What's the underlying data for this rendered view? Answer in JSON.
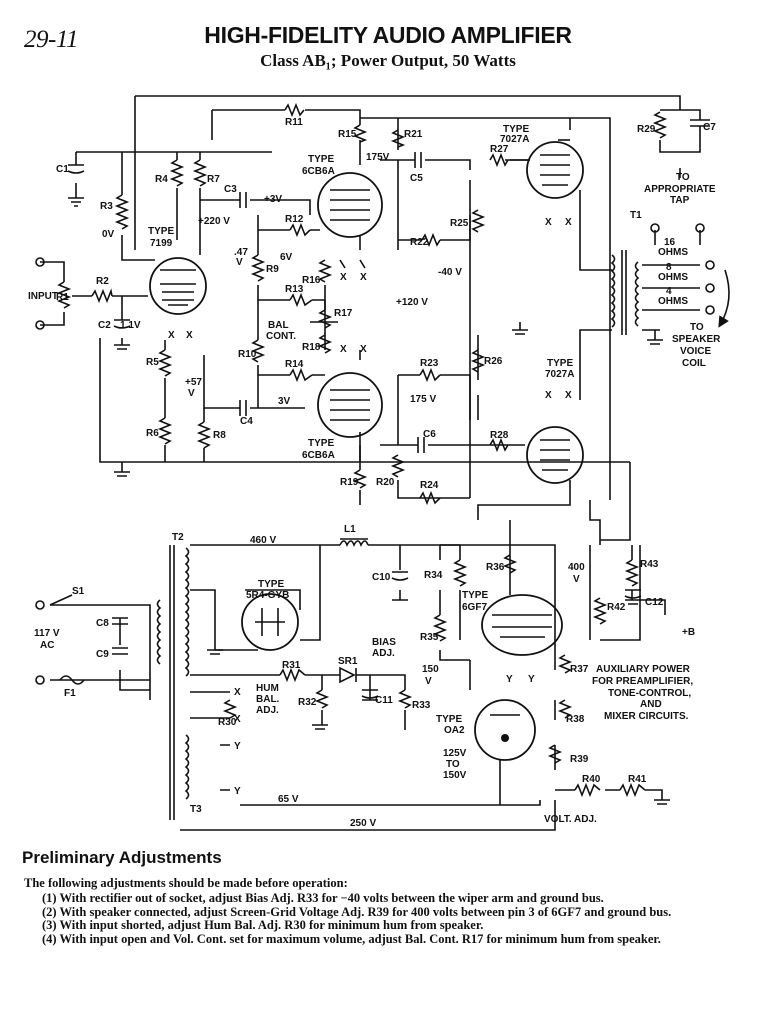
{
  "page": {
    "number": "29-11",
    "title": "HIGH-FIDELITY AUDIO AMPLIFIER",
    "subtitle": "Class AB₁; Power Output, 50 Watts"
  },
  "schematic": {
    "resistors": [
      "R1",
      "R2",
      "R3",
      "R4",
      "R5",
      "R6",
      "R7",
      "R8",
      "R9",
      "R10",
      "R11",
      "R12",
      "R13",
      "R14",
      "R15",
      "R16",
      "R17",
      "R18",
      "R19",
      "R20",
      "R21",
      "R22",
      "R23",
      "R24",
      "R25",
      "R26",
      "R27",
      "R28",
      "R29",
      "R30",
      "R31",
      "R32",
      "R33",
      "R34",
      "R35",
      "R36",
      "R37",
      "R38",
      "R39",
      "R40",
      "R41",
      "R42",
      "R43"
    ],
    "capacitors": [
      "C1",
      "C2",
      "C3",
      "C4",
      "C5",
      "C6",
      "C7",
      "C8",
      "C9",
      "C10",
      "C11",
      "C12"
    ],
    "tubes": {
      "v1": {
        "type_label": "TYPE",
        "type": "7199"
      },
      "v2": {
        "type_label": "TYPE",
        "type": "6CB6A"
      },
      "v3": {
        "type_label": "TYPE",
        "type": "6CB6A"
      },
      "v4": {
        "type_label": "TYPE",
        "type": "7027A"
      },
      "v5": {
        "type_label": "TYPE",
        "type": "7027A"
      },
      "rect": {
        "type_label": "TYPE",
        "type": "5R4-GYB"
      },
      "reg": {
        "type_label": "TYPE",
        "type": "6GF7"
      },
      "vr": {
        "type_label": "TYPE",
        "type": "OA2"
      }
    },
    "voltages": {
      "v0": "0V",
      "v220": "+220 V",
      "v47": ".47",
      "v47u": "V",
      "v11": "1.1V",
      "v57": "+57",
      "v57u": "V",
      "v3a": "+3V",
      "v6": "6V",
      "v3b": "3V",
      "v175a": "175V",
      "v175b": "175 V",
      "vm40": "-40 V",
      "v120": "+120 V",
      "v460": "460 V",
      "v400": "400",
      "v400u": "V",
      "v150": "150",
      "v150u": "V",
      "v125": "125V",
      "v125b": "TO",
      "v125c": "150V",
      "v65": "65 V",
      "v250": "250 V"
    },
    "labels": {
      "input": "INPUT",
      "bal_cont": [
        "BAL",
        "CONT."
      ],
      "to_tap": [
        "TO",
        "APPROPRIATE",
        "TAP"
      ],
      "ohms16": "16",
      "ohms8": "8",
      "ohms4": "4",
      "ohms": "OHMS",
      "to_speaker": [
        "TO",
        "SPEAKER",
        "VOICE",
        "COIL"
      ],
      "t1": "T1",
      "t2": "T2",
      "t3": "T3",
      "l1": "L1",
      "s1": "S1",
      "f1": "F1",
      "sr1": "SR1",
      "ac": [
        "117 V",
        "AC"
      ],
      "hum_bal": [
        "HUM",
        "BAL.",
        "ADJ."
      ],
      "bias_adj": [
        "BIAS",
        "ADJ."
      ],
      "plus_b": "+B",
      "aux_power": [
        "AUXILIARY POWER",
        "FOR PREAMPLIFIER,",
        "TONE-CONTROL,",
        "AND",
        "MIXER CIRCUITS."
      ],
      "volt_adj": "VOLT. ADJ.",
      "x": "X",
      "y": "Y"
    }
  },
  "adjustments": {
    "heading": "Preliminary Adjustments",
    "intro": "The following adjustments should be made before operation:",
    "items": [
      "(1) With rectifier out of socket, adjust Bias Adj. R33 for −40 volts between the wiper arm and ground bus.",
      "(2) With speaker connected, adjust Screen-Grid Voltage Adj. R39 for 400 volts between pin 3 of 6GF7 and ground bus.",
      "(3) With input shorted, adjust Hum Bal. Adj. R30 for minimum hum from speaker.",
      "(4) With input open and Vol. Cont. set for maximum volume, adjust Bal. Cont. R17 for minimum hum from speaker."
    ]
  }
}
